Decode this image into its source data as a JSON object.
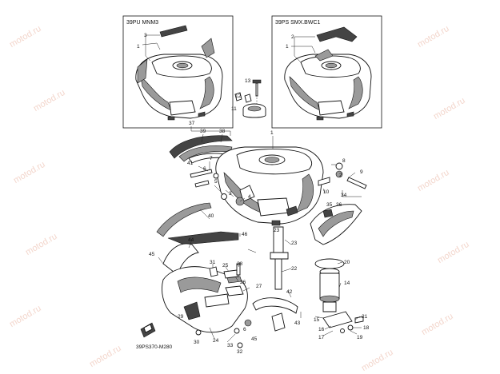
{
  "watermark": "motod.ru",
  "insets": [
    {
      "title": "39PU MNM3",
      "callouts": [
        "1",
        "3"
      ]
    },
    {
      "title": "39PS SMX.BWC1",
      "callouts": [
        "1",
        "2"
      ]
    }
  ],
  "callouts": [
    "1",
    "2",
    "3",
    "4",
    "5",
    "6",
    "7",
    "8",
    "9",
    "10",
    "11",
    "12",
    "13",
    "14",
    "15",
    "16",
    "17",
    "18",
    "19",
    "20",
    "21",
    "22",
    "23",
    "24",
    "25",
    "26",
    "27",
    "28",
    "29",
    "30",
    "31",
    "32",
    "33",
    "34",
    "35",
    "36",
    "37",
    "38",
    "39",
    "40",
    "41",
    "42",
    "43",
    "44",
    "45",
    "46"
  ],
  "diagram_code": "39PS370-M280"
}
